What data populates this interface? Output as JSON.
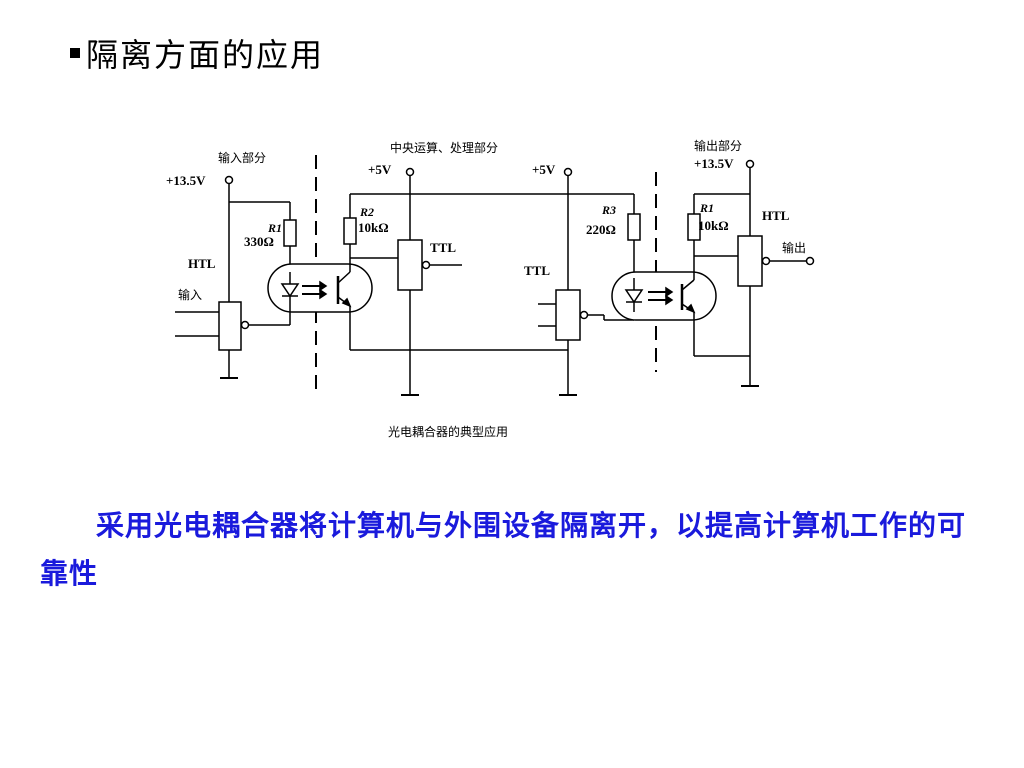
{
  "title": "隔离方面的应用",
  "diagram": {
    "input_section": "输入部分",
    "cpu_section": "中央运算、处理部分",
    "output_section": "输出部分",
    "v_in": "+13.5V",
    "v_cpu_left": "+5V",
    "v_cpu_right": "+5V",
    "v_out": "+13.5V",
    "r1_name": "R1",
    "r1_value": "330Ω",
    "r2_name": "R2",
    "r2_value": "10kΩ",
    "r3_name": "R3",
    "r3_value": "220Ω",
    "r1b_name": "R1",
    "r1b_value": "10kΩ",
    "htl_in": "HTL",
    "input_label": "输入",
    "ttl_1": "TTL",
    "ttl_2": "TTL",
    "htl_out": "HTL",
    "output_label": "输出",
    "caption": "光电耦合器的典型应用"
  },
  "paragraph": "采用光电耦合器将计算机与外围设备隔离开，以提高计算机工作的可靠性"
}
